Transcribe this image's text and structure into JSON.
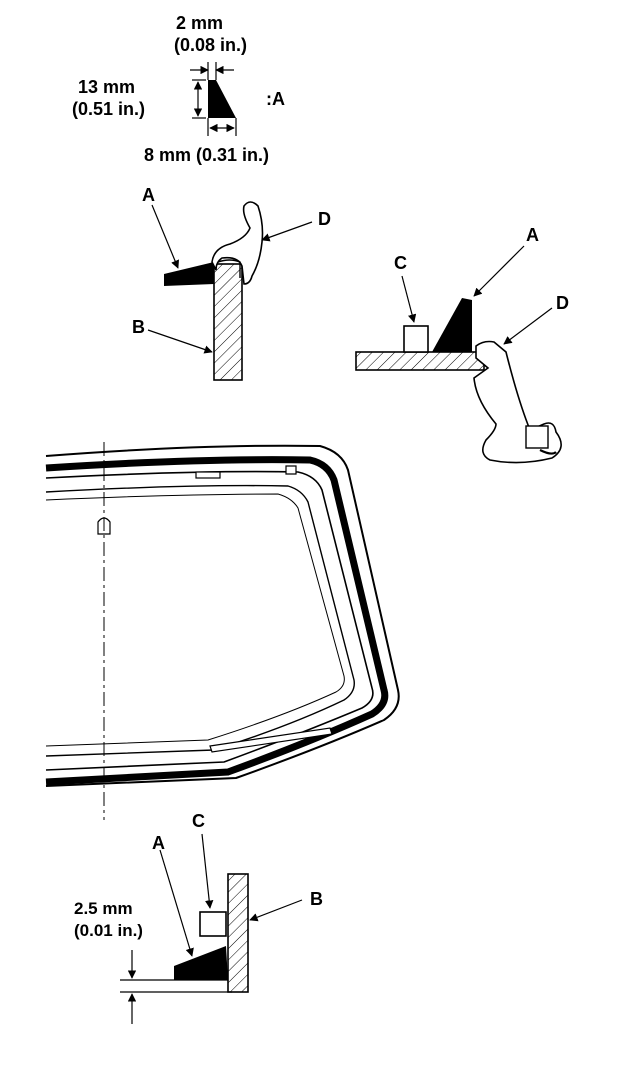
{
  "profile": {
    "width_mm": "2 mm",
    "width_in": "(0.08 in.)",
    "height_mm": "13 mm",
    "height_in": "(0.51 in.)",
    "base": "8 mm (0.31 in.)",
    "ref": ":A"
  },
  "top_left": {
    "a": "A",
    "b": "B",
    "d": "D"
  },
  "top_right": {
    "a": "A",
    "c": "C",
    "d": "D"
  },
  "bottom": {
    "a": "A",
    "b": "B",
    "c": "C",
    "offset_mm": "2.5 mm",
    "offset_in": "(0.01 in.)"
  }
}
